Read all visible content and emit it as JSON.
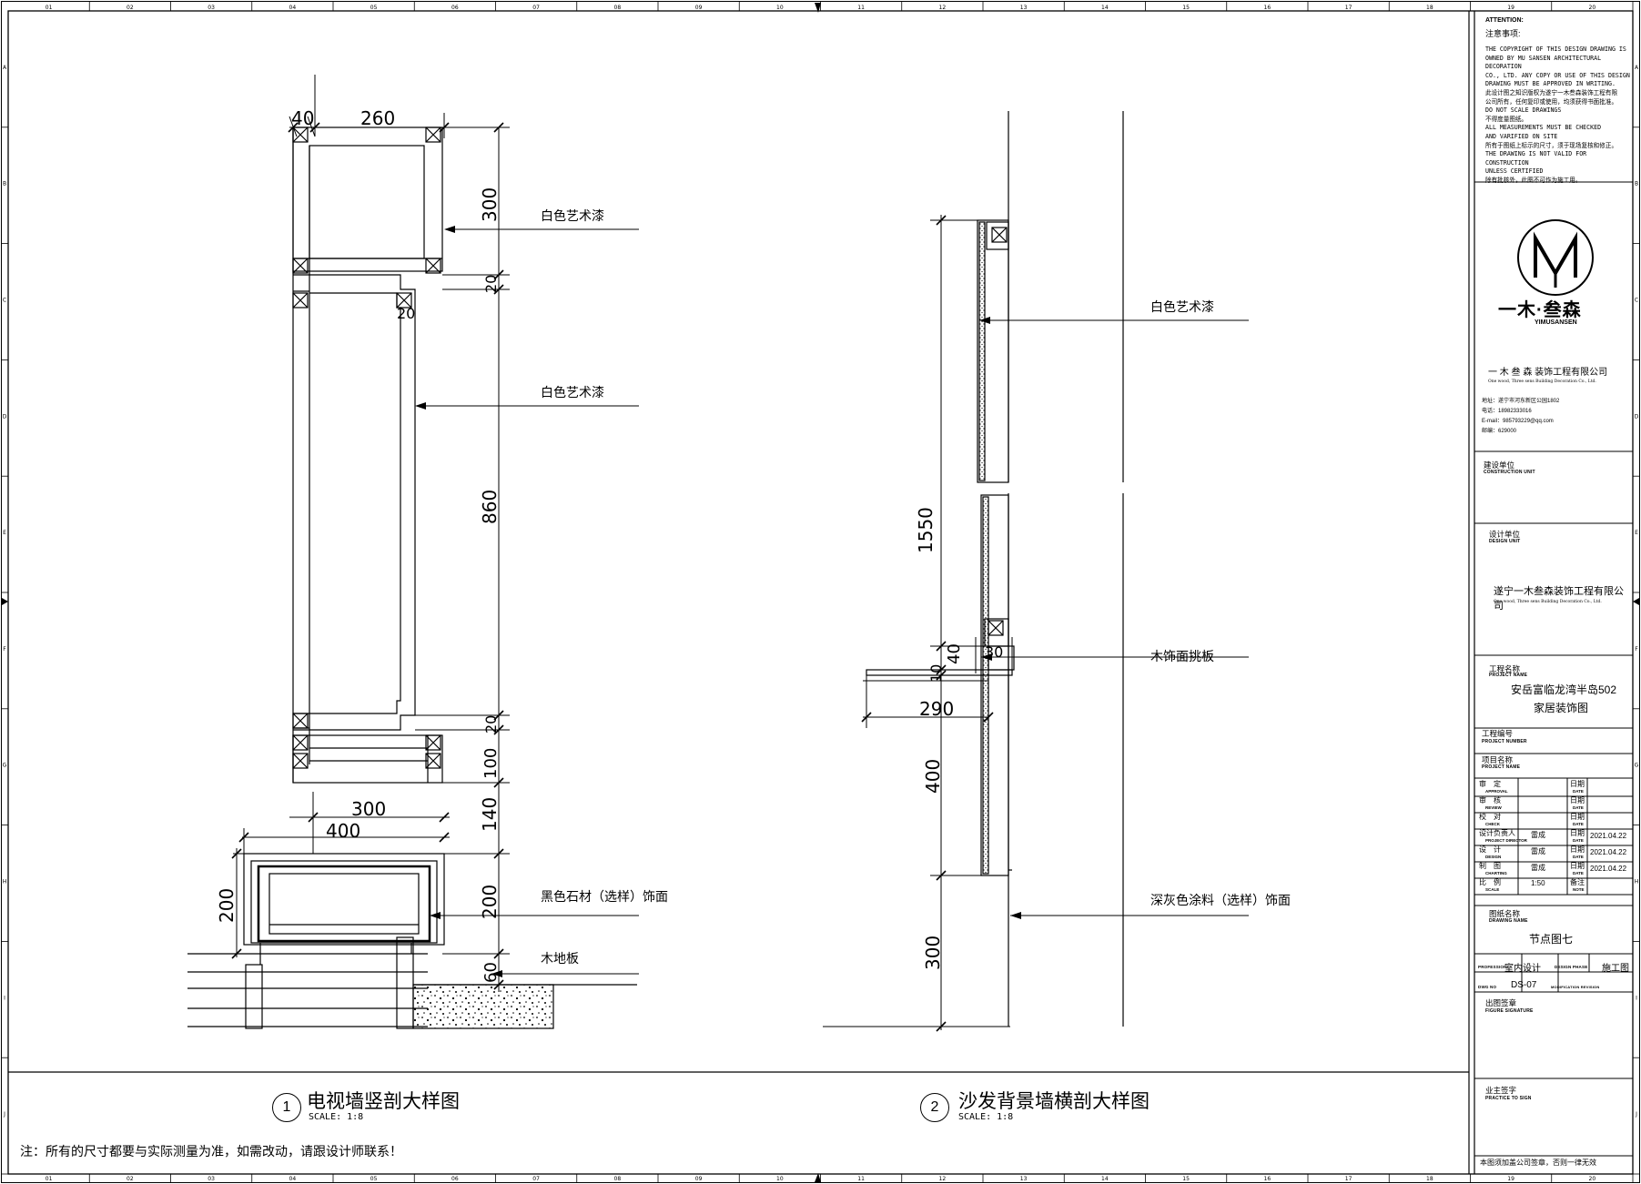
{
  "grid": {
    "columns": [
      "01",
      "02",
      "03",
      "04",
      "05",
      "06",
      "07",
      "08",
      "09",
      "10",
      "11",
      "12",
      "13",
      "14",
      "15",
      "16",
      "17",
      "18",
      "19",
      "20"
    ],
    "rows": [
      "A",
      "B",
      "C",
      "D",
      "E",
      "F",
      "G",
      "H",
      "I",
      "J"
    ]
  },
  "detail1": {
    "number": "1",
    "title": "电视墙竖剖大样图",
    "scale": "SCALE: 1:8",
    "dims": {
      "top_40": "40",
      "top_260": "260",
      "right_300": "300",
      "right_20a": "20",
      "inner_20": "20",
      "right_860": "860",
      "right_20b": "20",
      "right_100": "100",
      "right_140": "140",
      "right_200": "200",
      "right_60": "60",
      "base_300": "300",
      "base_400": "400",
      "left_200": "200"
    },
    "labels": {
      "paint1": "白色艺术漆",
      "paint2": "白色艺术漆",
      "stone": "黑色石材（选样）饰面",
      "floor": "木地板"
    }
  },
  "detail2": {
    "number": "2",
    "title": "沙发背景墙横剖大样图",
    "scale": "SCALE: 1:8",
    "dims": {
      "d1550": "1550",
      "d40": "40",
      "d10": "10",
      "d30": "30",
      "d290": "290",
      "d400": "400",
      "d300": "300"
    },
    "labels": {
      "paint": "白色艺术漆",
      "wood": "木饰面挑板",
      "coating": "深灰色涂料（选样）饰面"
    }
  },
  "footnote": "注：所有的尺寸都要与实际测量为准，如需改动，请跟设计师联系！",
  "titleblock": {
    "attention_en": "ATTENTION:",
    "attention_cn": "注意事项:",
    "notes": "THE COPYRIGHT OF THIS DESIGN DRAWING IS\nOWNED BY MU SANSEN ARCHITECTURAL DECORATION\nCO., LTD. ANY COPY OR USE OF THIS DESIGN\nDRAWING MUST BE APPROVED IN WRITING.\n此设计图之知识版权为遂宁一木叁森装饰工程有限\n公司所有，任何复印或使用，均须获得书面批准。\nDO NOT SCALE DRAWINGS\n不得度量图纸。\nALL MEASUREMENTS MUST BE CHECKED\nAND VARIFIED ON SITE\n所有于图纸上标示的尺寸，须于现场复核和修正。\nTHE DRAWING IS NOT VALID FOR CONSTRUCTION\nUNLESS CERTIFIED\n除有批核外，此图不可作为施工用。",
    "logo_text": "一木·叁森",
    "logo_en": "YIMUSANSEN",
    "company_cn": "一 木 叁 森  装饰工程有限公司",
    "company_en": "One wood, Three sens Building Decoration Co., Ltd.",
    "contact": "地址：遂宁市河东新区公园1802\n电话：18982333016\nE-mail：985793229@qq.com\n邮编：629000",
    "construction_cn": "建设单位",
    "construction_en": "CONSTRUCTION UNIT",
    "design_unit_cn": "设计单位",
    "design_unit_en": "DESIGN UNIT",
    "design_company": "遂宁一木叁森装饰工程有限公司",
    "design_company_en": "One wood, Three sens Building Decoration Co., Ltd.",
    "project_cn": "工程名称",
    "project_en": "PROJECT NAME",
    "project_line1": "安岳富临龙湾半岛502",
    "project_line2": "家居装饰图",
    "proj_num_cn": "工程编号",
    "proj_num_en": "PROJECT NUMBER",
    "item_cn": "项目名称",
    "item_en": "PROJECT NAME",
    "rows": [
      {
        "cn": "审　定",
        "en": "APPROVAL",
        "name": "",
        "date_cn": "日期",
        "date_en": "DATE",
        "date": ""
      },
      {
        "cn": "审　核",
        "en": "REVIEW",
        "name": "",
        "date_cn": "日期",
        "date_en": "DATE",
        "date": ""
      },
      {
        "cn": "校　对",
        "en": "CHECK",
        "name": "",
        "date_cn": "日期",
        "date_en": "DATE",
        "date": ""
      },
      {
        "cn": "设计负责人",
        "en": "PROJECT DIRECTOR",
        "name": "雷成",
        "date_cn": "日期",
        "date_en": "DATE",
        "date": "2021.04.22"
      },
      {
        "cn": "设　计",
        "en": "DESIGN",
        "name": "雷成",
        "date_cn": "日期",
        "date_en": "DATE",
        "date": "2021.04.22"
      },
      {
        "cn": "制　图",
        "en": "CHARTING",
        "name": "雷成",
        "date_cn": "日期",
        "date_en": "DATE",
        "date": "2021.04.22"
      },
      {
        "cn": "比　例",
        "en": "SCALE",
        "name": "1:50",
        "date_cn": "备注",
        "date_en": "NOTE",
        "date": ""
      }
    ],
    "drawing_name_cn": "图纸名称",
    "drawing_name_en": "DRAWING NAME",
    "drawing_name": "节点图七",
    "profession_en": "PROFESSION",
    "profession": "室内设计",
    "phase_en": "DESIGN PHASE",
    "phase": "施工图",
    "dwg_no_en": "DWG NO",
    "dwg_no": "DS-07",
    "mod_en": "MODIFICATION REVISION",
    "seal_cn": "出图签章",
    "seal_en": "FIGURE SIGNATURE",
    "owner_cn": "业主签字",
    "owner_en": "PRACTICE TO SIGN",
    "validity": "本图须加盖公司签章，否则一律无效"
  }
}
